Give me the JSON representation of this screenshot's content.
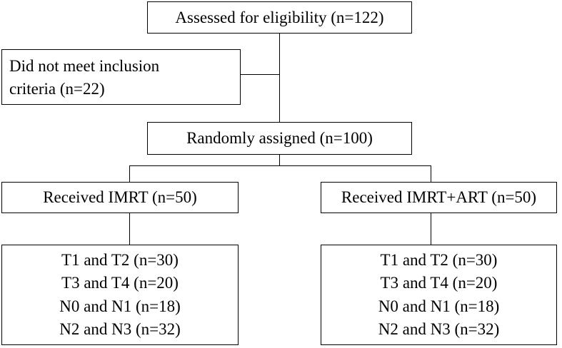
{
  "flowchart": {
    "assessed": "Assessed for eligibility (n=122)",
    "excluded": {
      "line1": "Did not meet inclusion",
      "line2": "criteria (n=22)"
    },
    "randomized": "Randomly assigned (n=100)",
    "arms": [
      {
        "label": "Received IMRT (n=50)",
        "details": [
          "T1 and T2 (n=30)",
          "T3 and T4 (n=20)",
          "N0 and N1 (n=18)",
          "N2 and N3 (n=32)"
        ]
      },
      {
        "label": "Received IMRT+ART (n=50)",
        "details": [
          "T1 and T2 (n=30)",
          "T3 and T4 (n=20)",
          "N0 and N1 (n=18)",
          "N2 and N3 (n=32)"
        ]
      }
    ]
  }
}
